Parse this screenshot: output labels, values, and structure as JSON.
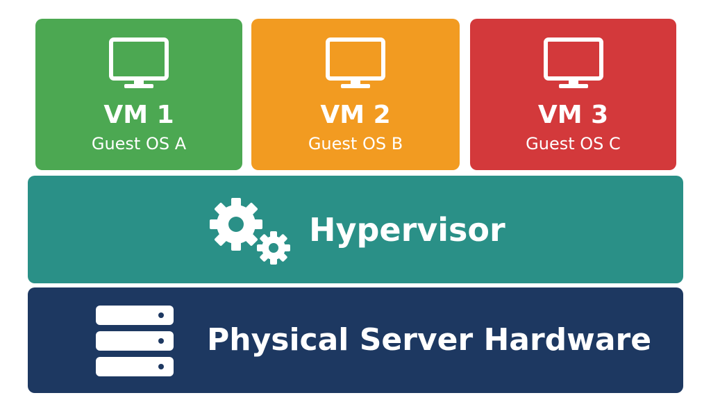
{
  "vms": [
    {
      "title": "VM 1",
      "os": "Guest OS A",
      "color": "#4CA852"
    },
    {
      "title": "VM 2",
      "os": "Guest OS B",
      "color": "#F29B21"
    },
    {
      "title": "VM 3",
      "os": "Guest OS C",
      "color": "#D3393B"
    }
  ],
  "hypervisor": {
    "label": "Hypervisor",
    "color": "#2A9087",
    "icon": "gears-icon"
  },
  "hardware": {
    "label": "Physical Server Hardware",
    "color": "#1D3861",
    "icon": "server-icon"
  },
  "vm_icon": "monitor-icon"
}
